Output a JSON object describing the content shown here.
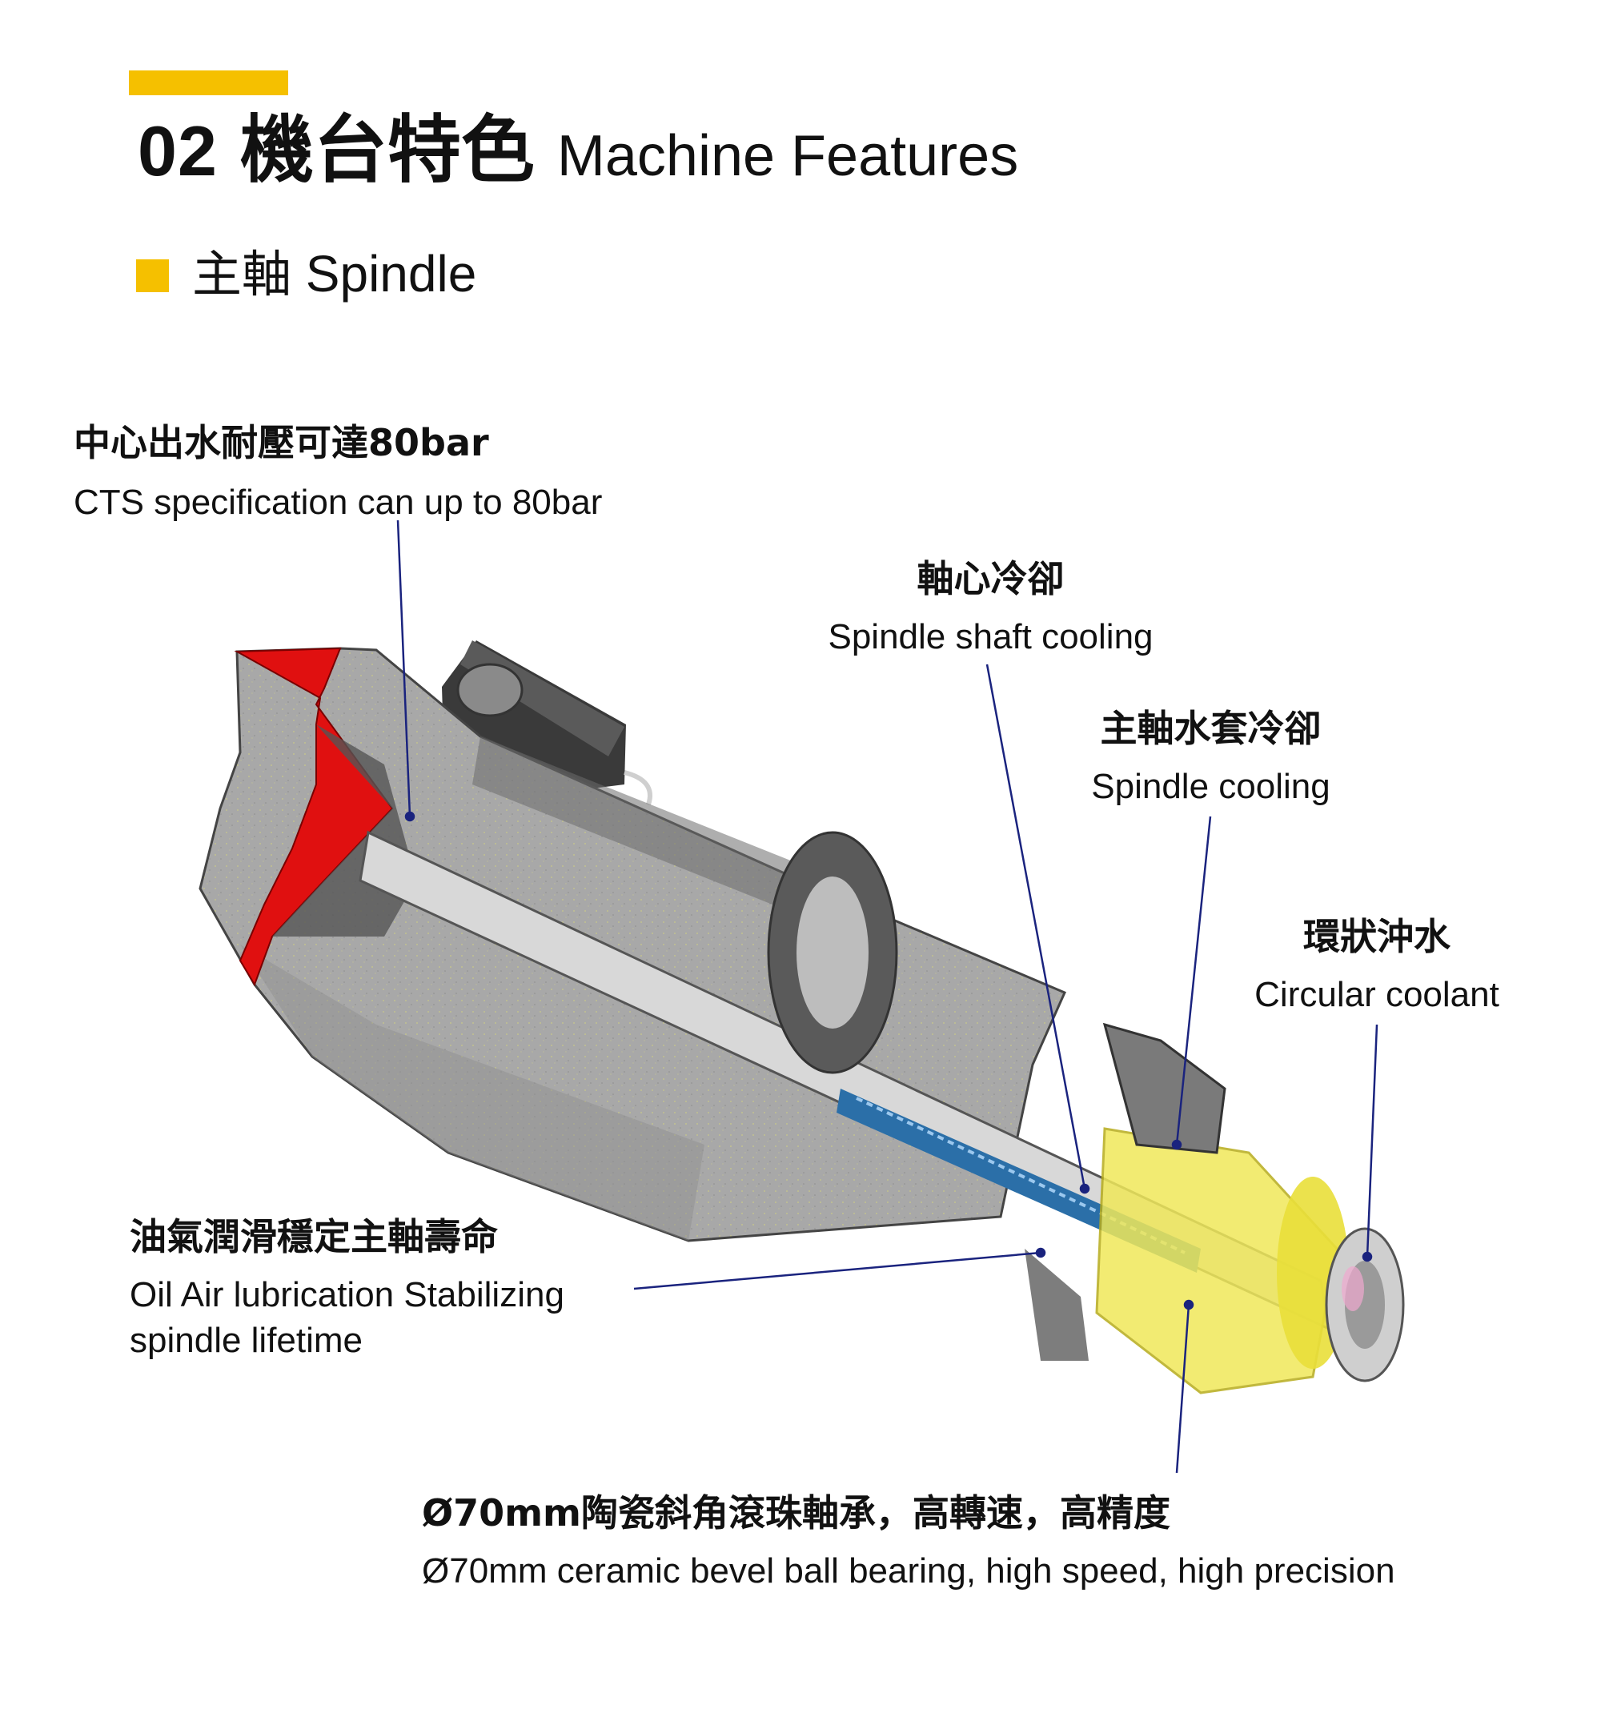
{
  "header": {
    "number": "02",
    "title_zh": "機台特色",
    "title_en": "Machine Features"
  },
  "section": {
    "title_zh": "主軸",
    "title_en": "Spindle"
  },
  "callouts": {
    "cts": {
      "zh": "中心出水耐壓可達80bar",
      "en": "CTS specification can up to 80bar"
    },
    "shaft_cooling": {
      "zh": "軸心冷卻",
      "en": "Spindle shaft cooling"
    },
    "spindle_cooling": {
      "zh": "主軸水套冷卻",
      "en": "Spindle cooling"
    },
    "circular_coolant": {
      "zh": "環狀沖水",
      "en": "Circular coolant"
    },
    "oil_air": {
      "zh": "油氣潤滑穩定主軸壽命",
      "en_line1": "Oil Air lubrication Stabilizing",
      "en_line2": "spindle lifetime"
    },
    "bearing": {
      "zh": "Ø70mm陶瓷斜角滾珠軸承，高轉速，高精度",
      "en": "Ø70mm ceramic bevel ball bearing, high speed, high precision"
    }
  },
  "colors": {
    "accent": "#f5c000",
    "leader_line": "#1a237e",
    "housing_gray": "#a9a9a9",
    "red_part": "#e01010",
    "yellow_part": "#f0e85a"
  }
}
